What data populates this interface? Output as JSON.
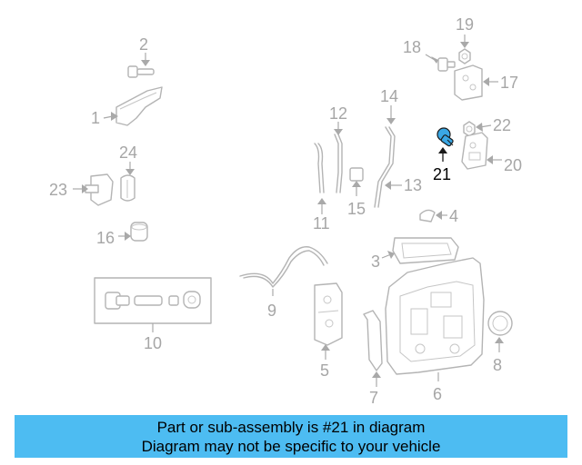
{
  "colors": {
    "highlight": "#3aa7e4",
    "banner": "#4dbcf2",
    "part_stroke": "#b4b4b4",
    "label_gray": "#a6a6a6"
  },
  "highlighted_part": "21",
  "labels": {
    "l1": "1",
    "l2": "2",
    "l3": "3",
    "l4": "4",
    "l5": "5",
    "l6": "6",
    "l7": "7",
    "l8": "8",
    "l9": "9",
    "l10": "10",
    "l11": "11",
    "l12": "12",
    "l13": "13",
    "l14": "14",
    "l15": "15",
    "l16": "16",
    "l17": "17",
    "l18": "18",
    "l19": "19",
    "l20": "20",
    "l21": "21",
    "l22": "22",
    "l23": "23",
    "l24": "24"
  },
  "banner": {
    "line1": "Part or sub-assembly is #21 in diagram",
    "line2": "Diagram may not be specific to your vehicle"
  }
}
